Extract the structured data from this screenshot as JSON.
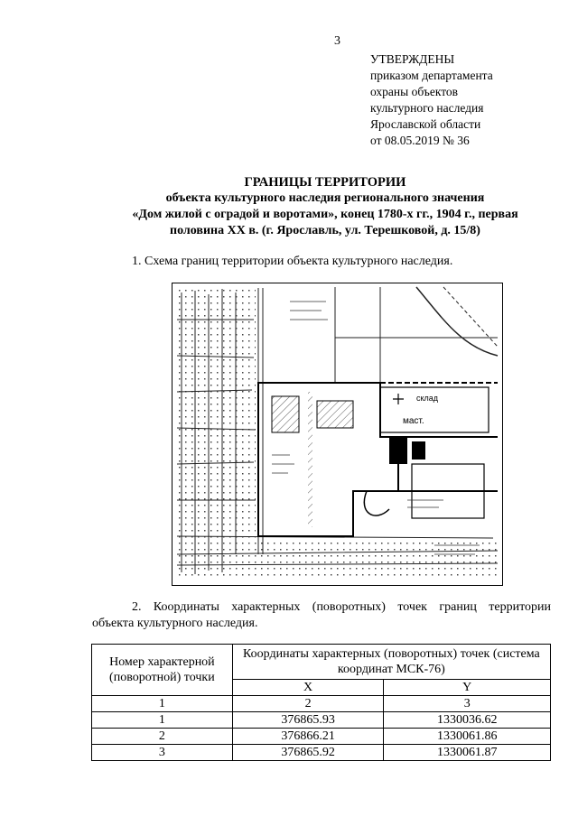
{
  "page_number": "3",
  "approval": {
    "line1": "УТВЕРЖДЕНЫ",
    "line2": "приказом департамента",
    "line3": "охраны объектов",
    "line4": "культурного наследия",
    "line5": "Ярославской области",
    "line6": "от 08.05.2019 № 36"
  },
  "title": {
    "line1": "ГРАНИЦЫ ТЕРРИТОРИИ",
    "line2": "объекта культурного наследия регионального значения",
    "line3": "«Дом жилой с оградой и воротами», конец 1780-х гг., 1904 г., первая",
    "line4": "половина XX в. (г. Ярославль, ул. Терешковой, д. 15/8)"
  },
  "section1": "1. Схема границ территории объекта культурного наследия.",
  "scheme": {
    "label_sklad": "склад",
    "label_mast": "маст."
  },
  "section2": {
    "line1": "2. Координаты характерных (поворотных) точек границ территории",
    "line2": "объекта культурного наследия."
  },
  "table": {
    "header_col1": "Номер характерной (поворотной) точки",
    "header_col2": "Координаты характерных (поворотных) точек (система координат МСК-76)",
    "sub_x": "X",
    "sub_y": "Y",
    "num_1": "1",
    "num_2": "2",
    "num_3": "3",
    "rows": [
      {
        "n": "1",
        "x": "376865.93",
        "y": "1330036.62"
      },
      {
        "n": "2",
        "x": "376866.21",
        "y": "1330061.86"
      },
      {
        "n": "3",
        "x": "376865.92",
        "y": "1330061.87"
      }
    ]
  }
}
